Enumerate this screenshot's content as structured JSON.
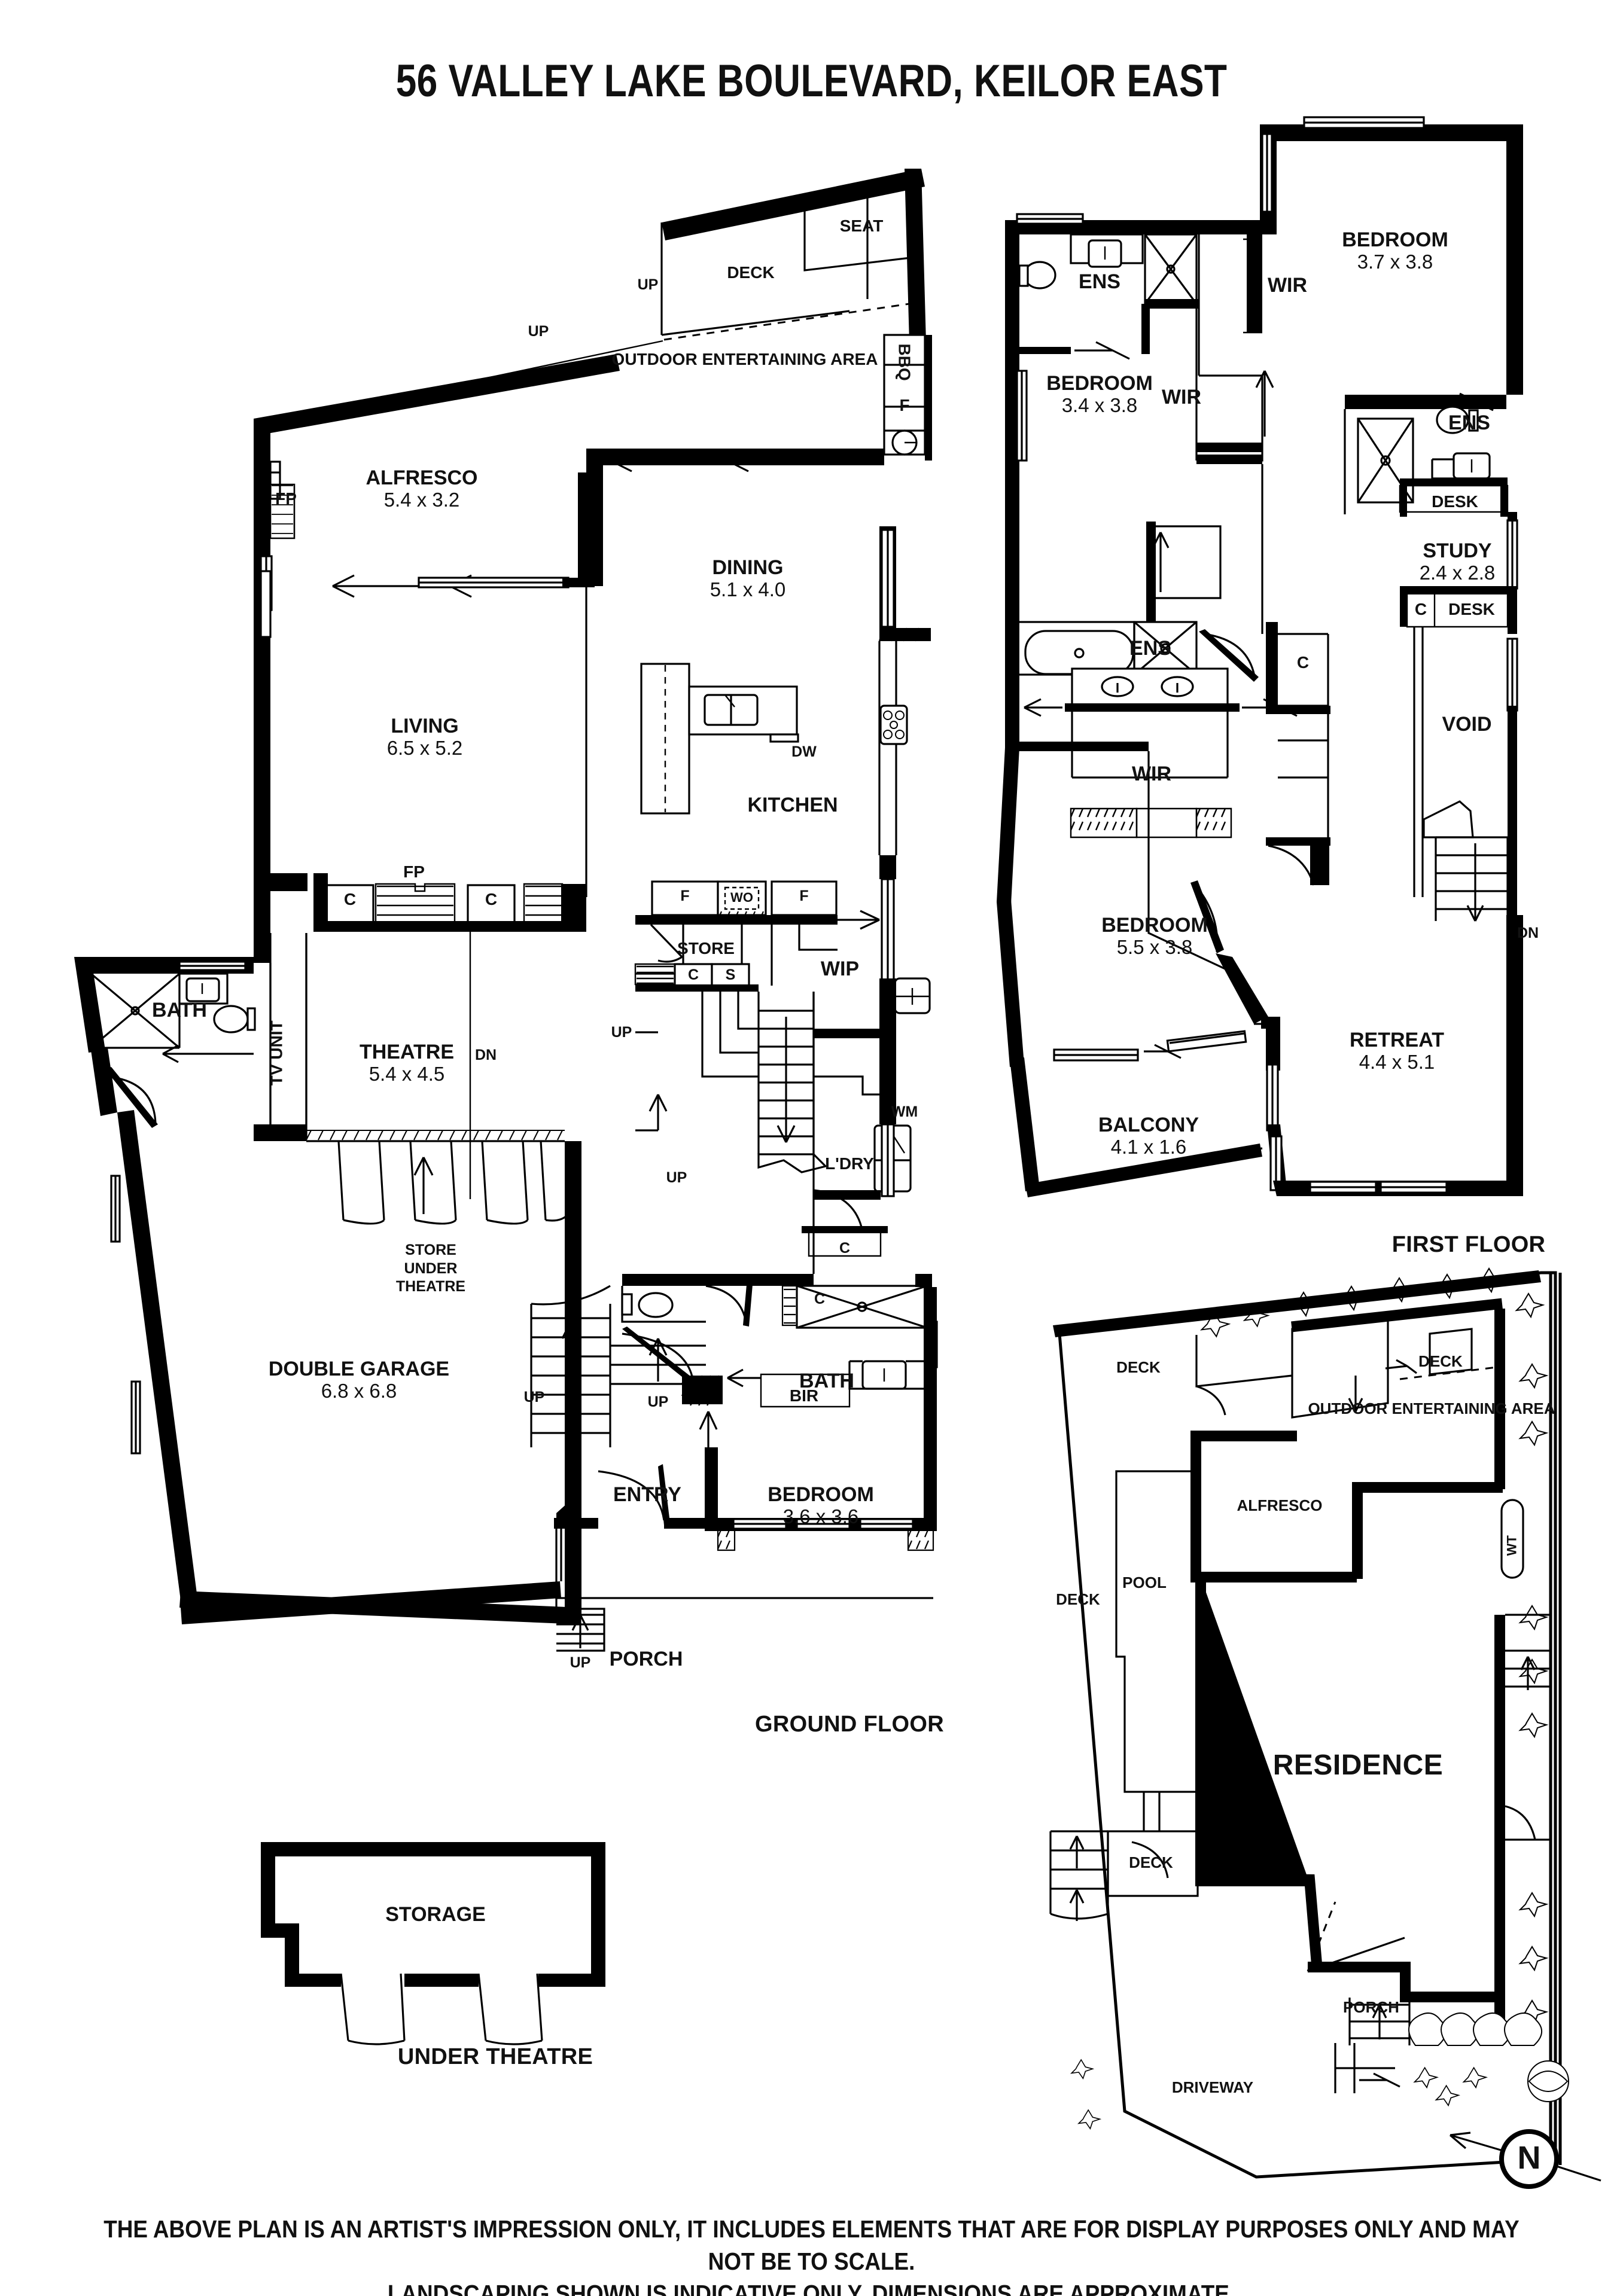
{
  "title": "56 VALLEY LAKE BOULEVARD, KEILOR EAST",
  "disclaimer_line1": "THE ABOVE PLAN IS AN ARTIST'S IMPRESSION ONLY, IT INCLUDES ELEMENTS THAT ARE FOR DISPLAY PURPOSES ONLY AND MAY NOT BE TO SCALE.",
  "disclaimer_line2": "LANDSCAPING SHOWN IS INDICATIVE ONLY. DIMENSIONS ARE APPROXIMATE.",
  "floor_labels": {
    "ground": "GROUND FLOOR",
    "first": "FIRST FLOOR",
    "under_theatre": "UNDER THEATRE"
  },
  "ground_floor": {
    "rooms": [
      {
        "name": "ALFRESCO",
        "dim": "5.4 x 3.2"
      },
      {
        "name": "DINING",
        "dim": "5.1 x 4.0"
      },
      {
        "name": "LIVING",
        "dim": "6.5 x 5.2"
      },
      {
        "name": "KITCHEN",
        "dim": ""
      },
      {
        "name": "THEATRE",
        "dim": "5.4 x 4.5"
      },
      {
        "name": "DOUBLE GARAGE",
        "dim": "6.8 x 6.8"
      },
      {
        "name": "BEDROOM",
        "dim": "3.6 x 3.6"
      },
      {
        "name": "BATH",
        "dim": ""
      },
      {
        "name": "ENTRY",
        "dim": ""
      },
      {
        "name": "PORCH",
        "dim": ""
      },
      {
        "name": "STORE",
        "dim": ""
      },
      {
        "name": "WIP",
        "dim": ""
      },
      {
        "name": "L'DRY",
        "dim": ""
      },
      {
        "name": "DECK",
        "dim": ""
      },
      {
        "name": "OUTDOOR ENTERTAINING AREA",
        "dim": ""
      }
    ],
    "annotations": {
      "seat": "SEAT",
      "bbq": "BBQ",
      "fridge": "F",
      "fireplace": "FP",
      "cupboard": "C",
      "store_shelf": "S",
      "wall_oven": "WO",
      "dishwasher": "DW",
      "washing_machine": "WM",
      "tv_unit": "TV UNIT",
      "bir": "BIR",
      "store_under_theatre": "STORE\nUNDER\nTHEATRE",
      "up": "UP",
      "dn": "DN"
    }
  },
  "first_floor": {
    "rooms": [
      {
        "name": "BEDROOM",
        "dim": "3.7 x 3.8"
      },
      {
        "name": "BEDROOM",
        "dim": "3.4 x 3.8"
      },
      {
        "name": "BEDROOM",
        "dim": "5.5 x 3.8"
      },
      {
        "name": "RETREAT",
        "dim": "4.4 x 5.1"
      },
      {
        "name": "STUDY",
        "dim": "2.4 x 2.8"
      },
      {
        "name": "BALCONY",
        "dim": "4.1 x 1.6"
      },
      {
        "name": "VOID",
        "dim": ""
      }
    ],
    "annotations": {
      "ensuite": "ENS",
      "wir": "WIR",
      "desk": "DESK",
      "cupboard": "C",
      "dn": "DN"
    }
  },
  "under_theatre": {
    "label": "STORAGE",
    "caption": "UNDER THEATRE"
  },
  "site_plan": {
    "title": "RESIDENCE",
    "labels": [
      "DECK",
      "DECK",
      "DECK",
      "DECK",
      "POOL",
      "ALFRESCO",
      "OUTDOOR ENTERTAINING AREA",
      "DRIVEWAY",
      "PORCH",
      "WT"
    ],
    "compass": "N"
  },
  "colors": {
    "ink": "#111111",
    "wall": "#000000",
    "paper": "#ffffff"
  }
}
